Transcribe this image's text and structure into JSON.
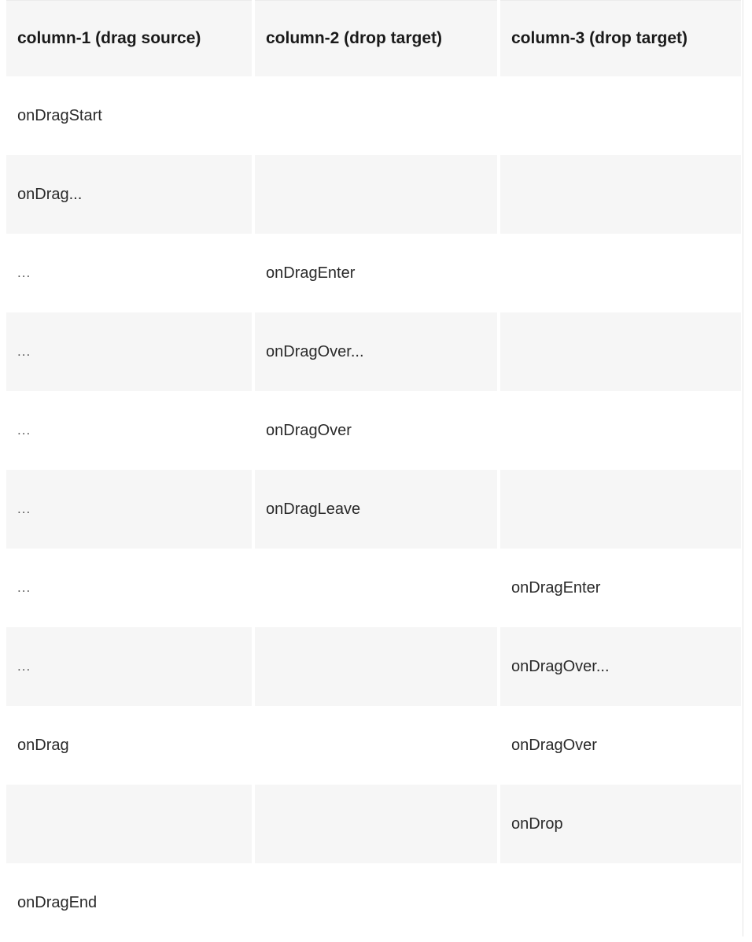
{
  "table": {
    "headers": [
      "column-1 (drag source)",
      "column-2 (drop target)",
      "column-3 (drop target)"
    ],
    "rows": [
      [
        "onDragStart",
        "",
        ""
      ],
      [
        "onDrag...",
        "",
        ""
      ],
      [
        "...",
        "onDragEnter",
        ""
      ],
      [
        "...",
        "onDragOver...",
        ""
      ],
      [
        "...",
        "onDragOver",
        ""
      ],
      [
        "...",
        "onDragLeave",
        ""
      ],
      [
        "...",
        "",
        "onDragEnter"
      ],
      [
        "...",
        "",
        "onDragOver..."
      ],
      [
        "onDrag",
        "",
        "onDragOver"
      ],
      [
        "",
        "",
        "onDrop"
      ],
      [
        "onDragEnd",
        "",
        ""
      ]
    ]
  }
}
